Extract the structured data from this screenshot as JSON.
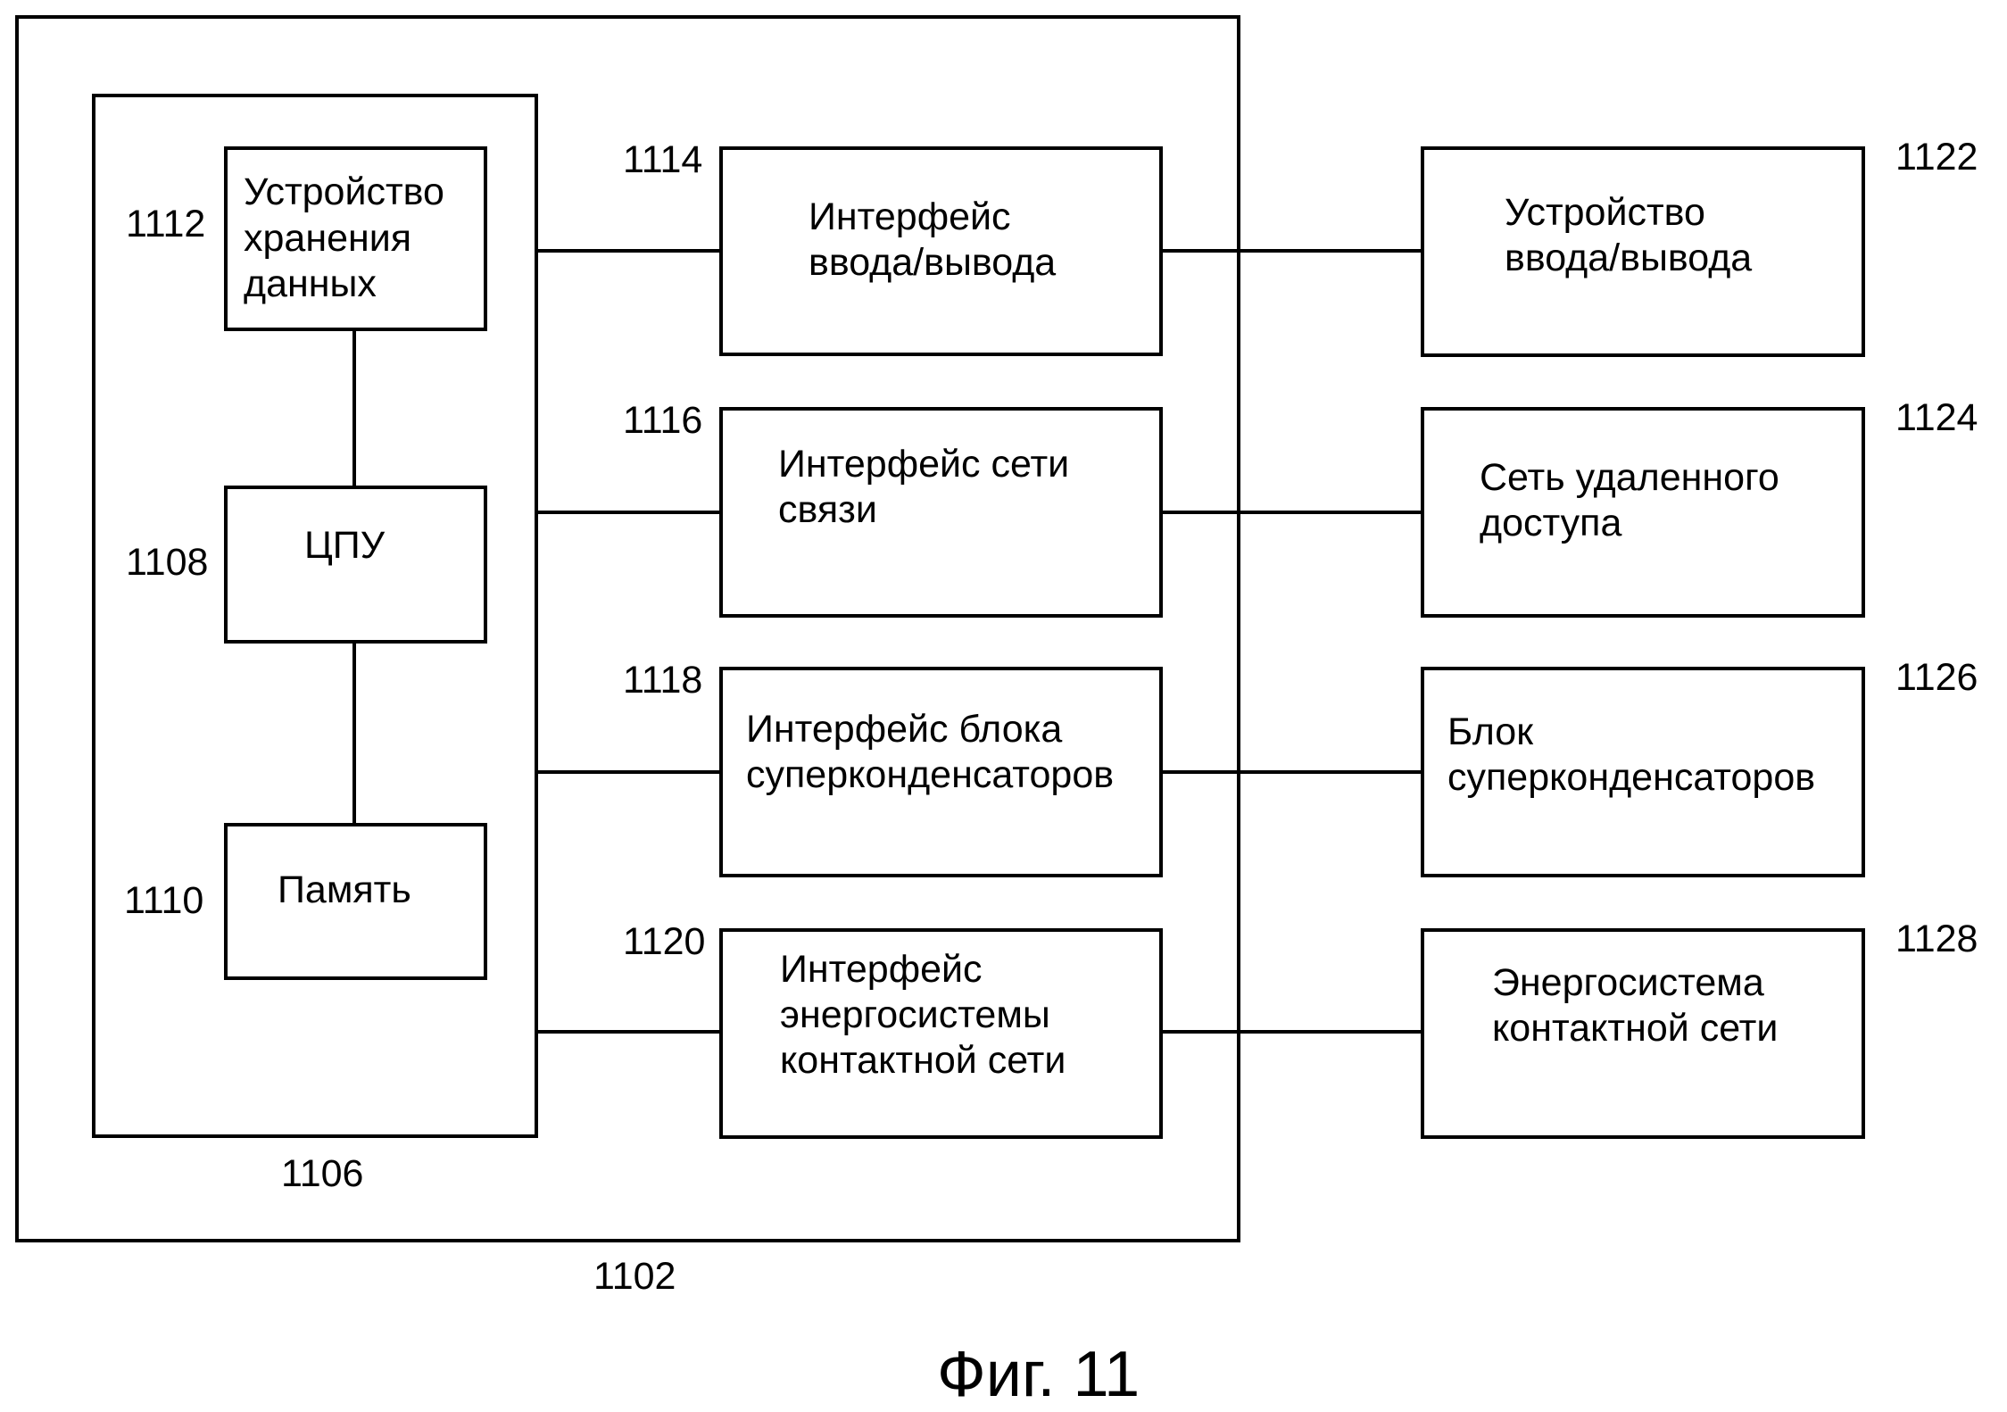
{
  "figure": {
    "caption": "Фиг. 11",
    "system": {
      "ref": "1102"
    },
    "controller": {
      "ref": "1106"
    },
    "internal_blocks": [
      {
        "id": "storage",
        "ref": "1112",
        "lines": [
          "Устройство",
          "хранения",
          "данных"
        ]
      },
      {
        "id": "cpu",
        "ref": "1108",
        "lines": [
          "ЦПУ"
        ]
      },
      {
        "id": "memory",
        "ref": "1110",
        "lines": [
          "Память"
        ]
      }
    ],
    "interfaces": [
      {
        "id": "io-interface",
        "ref": "1114",
        "lines": [
          "Интерфейс",
          "ввода/вывода"
        ]
      },
      {
        "id": "network-interface",
        "ref": "1116",
        "lines": [
          "Интерфейс сети",
          "связи"
        ]
      },
      {
        "id": "supercap-interface",
        "ref": "1118",
        "lines": [
          "Интерфейс блока",
          "суперконденсаторов"
        ]
      },
      {
        "id": "catenary-interface",
        "ref": "1120",
        "lines": [
          "Интерфейс",
          "энергосистемы",
          "контактной сети"
        ]
      }
    ],
    "external_blocks": [
      {
        "id": "io-device",
        "ref": "1122",
        "lines": [
          "Устройство",
          "ввода/вывода"
        ]
      },
      {
        "id": "remote-network",
        "ref": "1124",
        "lines": [
          "Сеть удаленного",
          "доступа"
        ]
      },
      {
        "id": "supercap-bank",
        "ref": "1126",
        "lines": [
          "Блок",
          "суперконденсаторов"
        ]
      },
      {
        "id": "catenary-system",
        "ref": "1128",
        "lines": [
          "Энергосистема",
          "контактной сети"
        ]
      }
    ],
    "connections": [
      [
        "1112",
        "1108"
      ],
      [
        "1108",
        "1110"
      ],
      [
        "1106",
        "1114"
      ],
      [
        "1106",
        "1116"
      ],
      [
        "1106",
        "1118"
      ],
      [
        "1106",
        "1120"
      ],
      [
        "1114",
        "1122"
      ],
      [
        "1116",
        "1124"
      ],
      [
        "1118",
        "1126"
      ],
      [
        "1120",
        "1128"
      ]
    ]
  }
}
